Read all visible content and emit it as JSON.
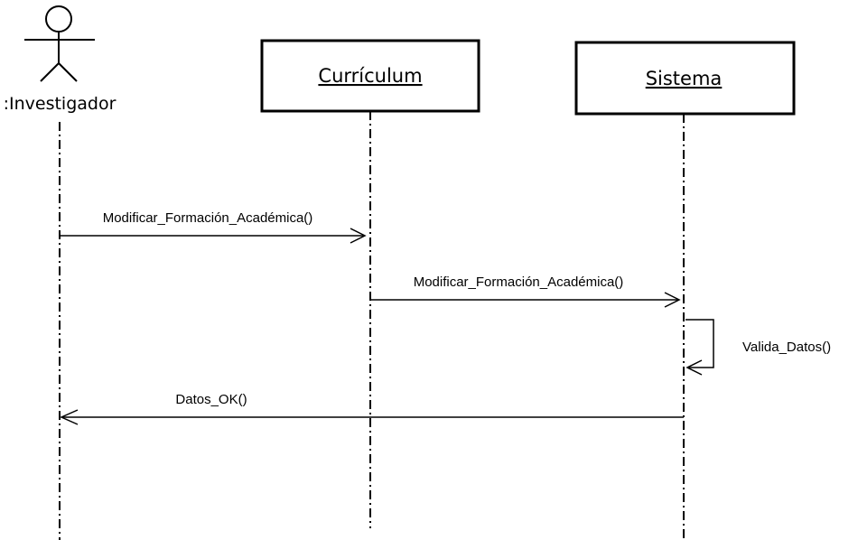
{
  "actor": {
    "label": ":Investigador"
  },
  "participants": [
    {
      "label": "Currículum"
    },
    {
      "label": "Sistema"
    }
  ],
  "messages": [
    {
      "label": "Modificar_Formación_Académica()",
      "from": ":Investigador",
      "to": "Currículum"
    },
    {
      "label": "Modificar_Formación_Académica()",
      "from": "Currículum",
      "to": "Sistema"
    },
    {
      "label": "Valida_Datos()",
      "from": "Sistema",
      "to": "Sistema"
    },
    {
      "label": "Datos_OK()",
      "from": "Sistema",
      "to": ":Investigador"
    }
  ]
}
